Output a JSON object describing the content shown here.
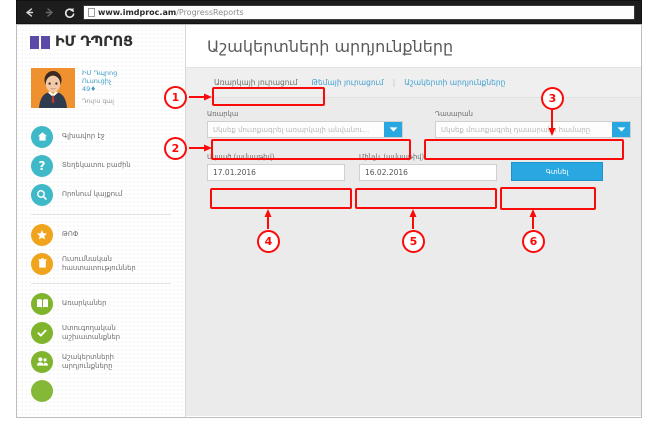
{
  "browser": {
    "url_host": "www.imdproc.am",
    "url_path": "/ProgressReports",
    "back_icon": "back-arrow-icon",
    "forward_icon": "forward-arrow-icon",
    "reload_icon": "reload-icon",
    "page_icon": "page-icon"
  },
  "sidebar": {
    "brand": "ԻՄ ԴՊՐՈՑ",
    "profile": {
      "line1": "ԻՄ Դպրոց",
      "line2": "Ուսուցիչ",
      "line3": "49♦",
      "logout": "Դուրս գալ"
    },
    "items": [
      {
        "label": "Գլխավոր էջ",
        "icon": "home-icon",
        "color": "#3fb9c8"
      },
      {
        "label": "Տեղեկատու բաժին",
        "icon": "question-icon",
        "color": "#3fb9c8"
      },
      {
        "label": "Որոնում կայքում",
        "icon": "search-icon",
        "color": "#3fb9c8"
      },
      {
        "label": "ԹՈՓ",
        "icon": "star-icon",
        "color": "#f0a41e"
      },
      {
        "label": "Ուսումնական\nհաստատություններ",
        "icon": "institution-icon",
        "color": "#f0a41e"
      },
      {
        "label": "Առարկաներ",
        "icon": "book-icon",
        "color": "#7fb42c"
      },
      {
        "label": "Ստուգողական\nաշխատանքներ",
        "icon": "check-icon",
        "color": "#7fb42c"
      },
      {
        "label": "Աշակերտների\nարդյունքները",
        "icon": "people-icon",
        "color": "#7fb42c"
      }
    ]
  },
  "main": {
    "page_title": "Աշակերտների արդյունքները",
    "tabs": [
      {
        "label": "Առարկայի յուրացում",
        "active": true
      },
      {
        "label": "Թեմայի յուրացում",
        "active": false
      },
      {
        "label": "Աշակերտի արդյունքները",
        "active": false
      }
    ],
    "tab_divider": "|",
    "form": {
      "subject": {
        "label": "Առարկա",
        "placeholder": "Սկսեք մուտքագրել առարկայի անվանու...",
        "value": "",
        "arrow_icon": "chevron-down-icon"
      },
      "grade": {
        "label": "Դասարան",
        "placeholder": "Սկսեք մուտքագրել դասարանի համարը",
        "value": "",
        "arrow_icon": "chevron-down-icon"
      },
      "date_from": {
        "label": "Սկսած (ամսաթիվ)",
        "value": "17.01.2016"
      },
      "date_to": {
        "label": "Մինչև (ամսաթիվ)",
        "value": "16.02.2016"
      },
      "submit_label": "Գտնել"
    }
  },
  "annotations": {
    "callouts": [
      {
        "number": "1"
      },
      {
        "number": "2"
      },
      {
        "number": "3"
      },
      {
        "number": "4"
      },
      {
        "number": "5"
      },
      {
        "number": "6"
      }
    ],
    "accent_color": "#fb0a0a"
  },
  "colors": {
    "brand_purple": "#5b4aa8",
    "accent_blue": "#29a7e1",
    "link_blue": "#3e9fd1",
    "panel_gray": "#ebebeb",
    "avatar_orange": "#f0912f"
  }
}
